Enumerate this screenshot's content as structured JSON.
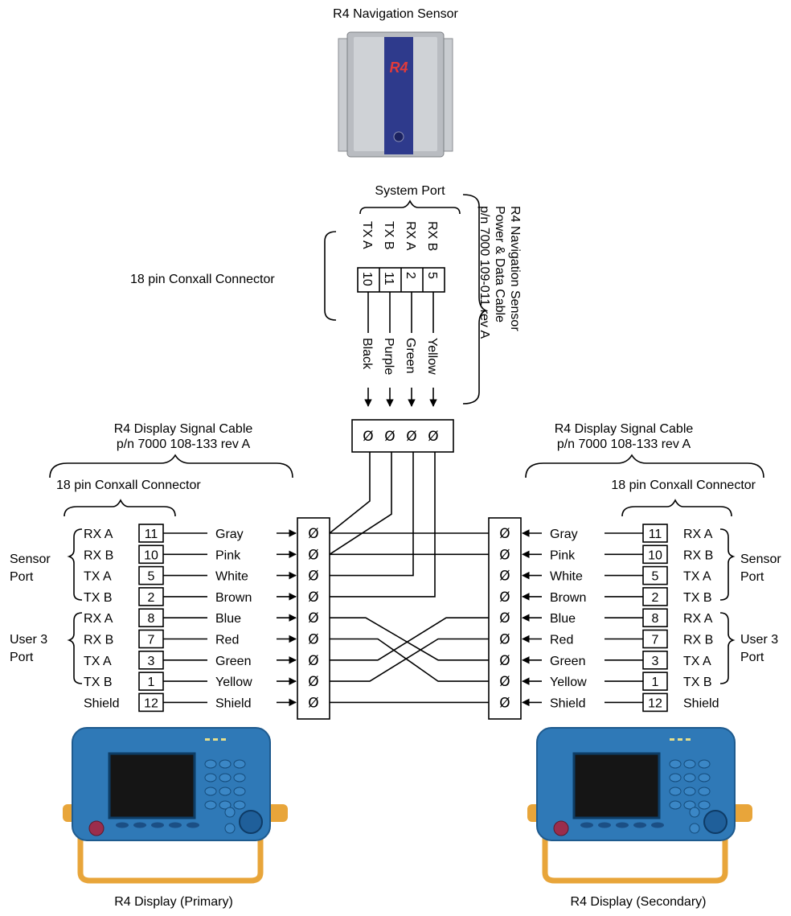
{
  "title": "R4 Navigation Sensor",
  "sensor": {
    "port_label": "System Port",
    "connector_label": "18 pin Conxall Connector",
    "cable_label_lines": [
      "R4 Navigation Sensor",
      "Power & Data Cable",
      "p/n 7000 109-011 rev A"
    ],
    "signals": [
      "TX A",
      "TX B",
      "RX A",
      "RX B"
    ],
    "pins": [
      "10",
      "11",
      "2",
      "5"
    ],
    "wires": [
      "Black",
      "Purple",
      "Green",
      "Yellow"
    ],
    "body_logo": "R4"
  },
  "terminal_symbol": "Ø",
  "left": {
    "cable_line1": "R4 Display Signal Cable",
    "cable_line2": "p/n 7000 108-133 rev A",
    "connector_label": "18 pin Conxall Connector",
    "port_sensor": [
      "Sensor",
      "Port"
    ],
    "port_user3": [
      "User 3",
      "Port"
    ],
    "caption": "R4 Display (Primary)"
  },
  "right": {
    "cable_line1": "R4 Display Signal Cable",
    "cable_line2": "p/n 7000 108-133 rev A",
    "connector_label": "18 pin Conxall Connector",
    "port_sensor": [
      "Sensor",
      "Port"
    ],
    "port_user3": [
      "User 3",
      "Port"
    ],
    "caption": "R4 Display (Secondary)"
  },
  "rows": [
    {
      "signal": "RX A",
      "pin": "11",
      "wire": "Gray"
    },
    {
      "signal": "RX B",
      "pin": "10",
      "wire": "Pink"
    },
    {
      "signal": "TX A",
      "pin": "5",
      "wire": "White"
    },
    {
      "signal": "TX B",
      "pin": "2",
      "wire": "Brown"
    },
    {
      "signal": "RX A",
      "pin": "8",
      "wire": "Blue"
    },
    {
      "signal": "RX B",
      "pin": "7",
      "wire": "Red"
    },
    {
      "signal": "TX A",
      "pin": "3",
      "wire": "Green"
    },
    {
      "signal": "TX B",
      "pin": "1",
      "wire": "Yellow"
    },
    {
      "signal": "Shield",
      "pin": "12",
      "wire": "Shield"
    }
  ],
  "colors": {
    "sensor_body": "#b9bcc1",
    "sensor_panel": "#2e3a8c",
    "display_body": "#2f79b7",
    "display_screen": "#151515",
    "display_stand": "#e8a53a",
    "power_button": "#9b2d4c"
  }
}
